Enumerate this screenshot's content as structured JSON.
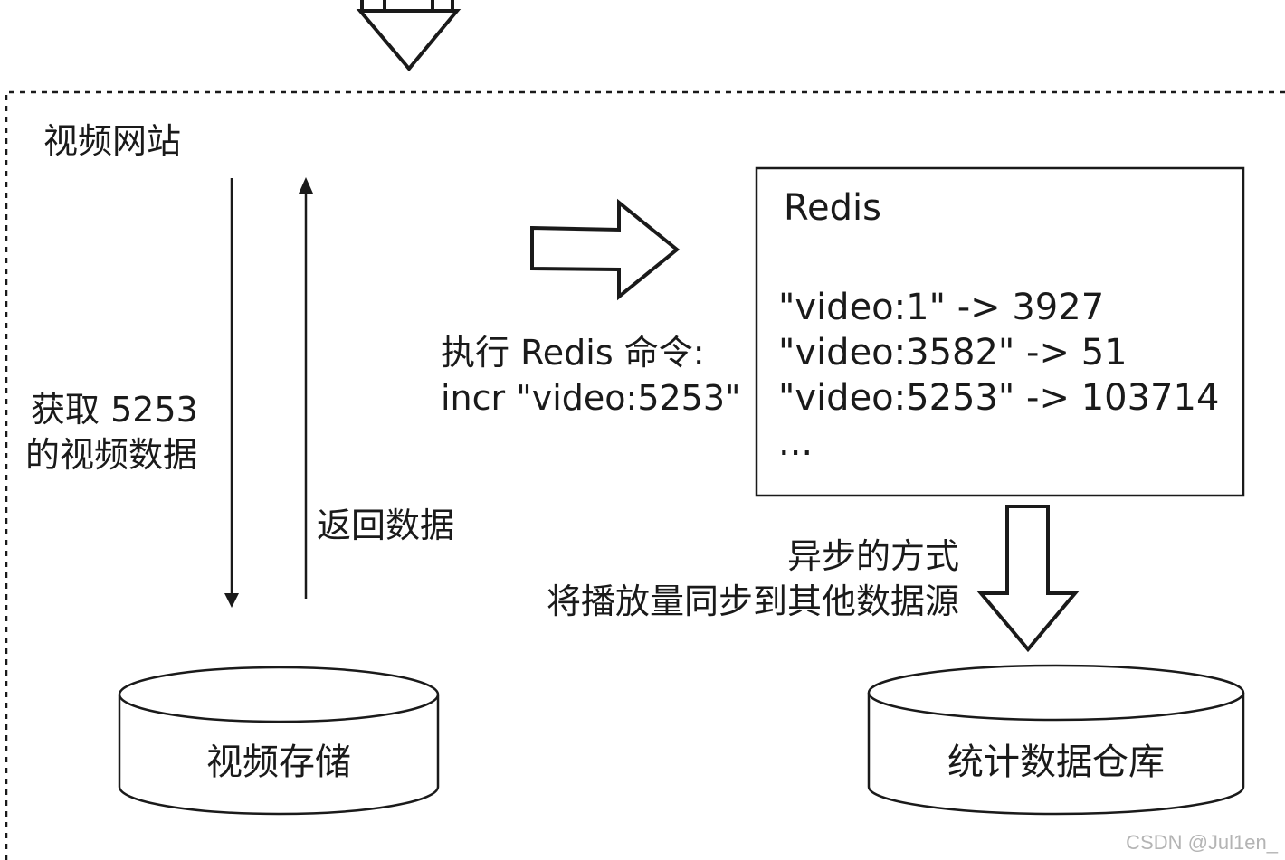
{
  "site": {
    "title": "视频网站"
  },
  "request": {
    "label_line1": "获取 5253",
    "label_line2": "的视频数据"
  },
  "response": {
    "label": "返回数据"
  },
  "command": {
    "line1": "执行 Redis 命令:",
    "line2": "incr \"video:5253\""
  },
  "redis": {
    "title": "Redis",
    "entries": [
      "\"video:1\" -> 3927",
      "\"video:3582\" -> 51",
      "\"video:5253\" -> 103714",
      "..."
    ]
  },
  "sync": {
    "line1": "异步的方式",
    "line2": "将播放量同步到其他数据源"
  },
  "stores": {
    "video_storage": "视频存储",
    "stats_warehouse": "统计数据仓库"
  },
  "watermark": "CSDN @Jul1en_"
}
